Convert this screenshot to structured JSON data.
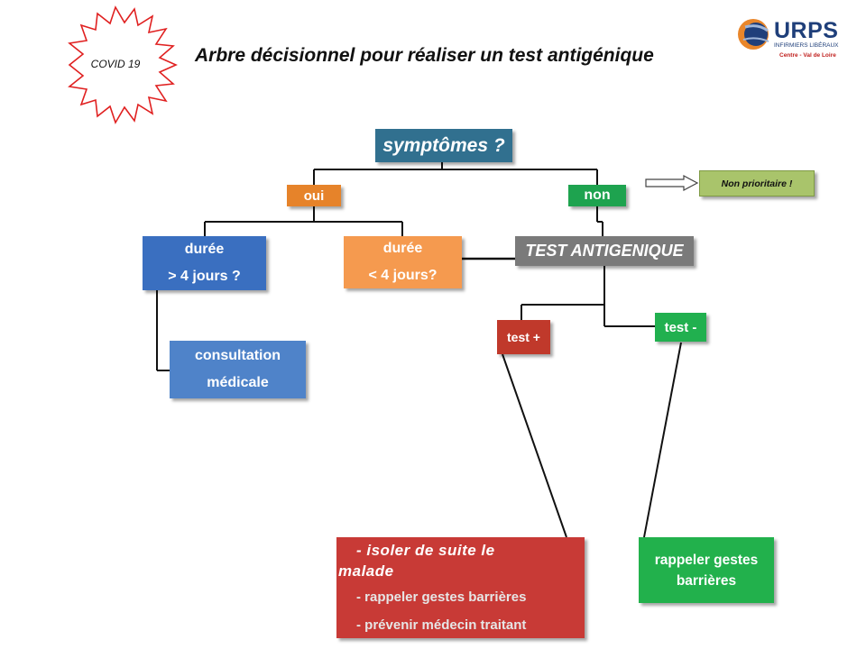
{
  "header": {
    "title": "Arbre décisionnel  pour réaliser un test antigénique",
    "badge_label": "COVID 19",
    "logo_name": "URPS",
    "logo_subtitle": "INFIRMIERS LIBÉRAUX",
    "logo_region": "Centre - Val de Loire"
  },
  "nodes": {
    "symptomes": "symptômes ?",
    "oui": "oui",
    "non": "non",
    "non_prioritaire": "Non  prioritaire !",
    "duree_plus": {
      "line1": "durée",
      "line2": "> 4 jours ?"
    },
    "duree_moins": {
      "line1": "durée",
      "line2": "< 4 jours?"
    },
    "test_antigenique": "TEST ANTIGENIQUE",
    "consultation": {
      "line1": "consultation",
      "line2": "médicale"
    },
    "test_plus": "test +",
    "test_moins": "test -",
    "positive_actions": {
      "line1": "- isoler  de suite le",
      "line2": "malade",
      "line3": "- rappeler gestes barrières",
      "line4": "- prévenir médecin traitant"
    },
    "negative_action": {
      "line1": "rappeler  gestes",
      "line2": "barrières"
    }
  },
  "colors": {
    "symptomes": "#31708f",
    "oui": "#e6832a",
    "non": "#1ea34f",
    "non_prioritaire_bg": "#a9c46b",
    "duree_plus": "#3a6fc0",
    "duree_moins": "#f59a4f",
    "test_antigenique": "#7a7a7a",
    "consultation": "#4f83c9",
    "test_plus": "#c0392b",
    "test_moins": "#21b04f",
    "positive_actions": "#c83a36",
    "negative_action": "#22b14c",
    "badge_star": "#e02020"
  }
}
